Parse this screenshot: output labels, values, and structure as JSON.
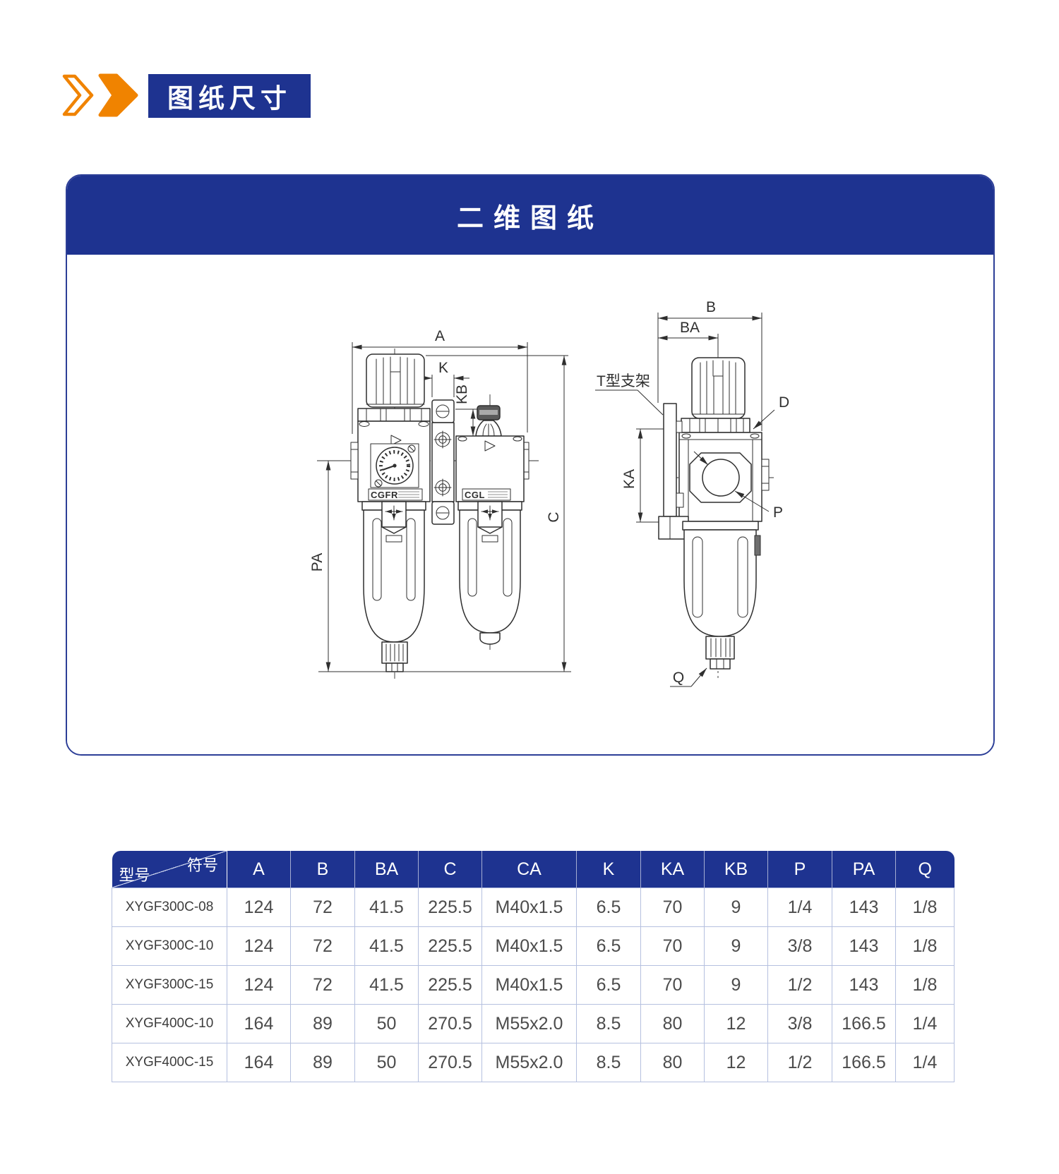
{
  "section_header": {
    "label": "图纸尺寸",
    "badge_color": "#1e3390",
    "arrow_color": "#f08300"
  },
  "panel": {
    "title": "二维图纸",
    "header_color": "#1e3390"
  },
  "drawing": {
    "front": {
      "A": "A",
      "K": "K",
      "KB": "KB",
      "C": "C",
      "PA": "PA",
      "unit1_label": "CGFR",
      "unit2_label": "CGL"
    },
    "side": {
      "B": "B",
      "BA": "BA",
      "KA": "KA",
      "D": "D",
      "P": "P",
      "Q": "Q",
      "bracket_label": "T型支架"
    }
  },
  "table": {
    "corner": {
      "top_right": "符号",
      "bottom_left": "型号"
    },
    "columns": [
      "A",
      "B",
      "BA",
      "C",
      "CA",
      "K",
      "KA",
      "KB",
      "P",
      "PA",
      "Q"
    ],
    "rows": [
      {
        "model": "XYGF300C-08",
        "values": [
          "124",
          "72",
          "41.5",
          "225.5",
          "M40x1.5",
          "6.5",
          "70",
          "9",
          "1/4",
          "143",
          "1/8"
        ]
      },
      {
        "model": "XYGF300C-10",
        "values": [
          "124",
          "72",
          "41.5",
          "225.5",
          "M40x1.5",
          "6.5",
          "70",
          "9",
          "3/8",
          "143",
          "1/8"
        ]
      },
      {
        "model": "XYGF300C-15",
        "values": [
          "124",
          "72",
          "41.5",
          "225.5",
          "M40x1.5",
          "6.5",
          "70",
          "9",
          "1/2",
          "143",
          "1/8"
        ]
      },
      {
        "model": "XYGF400C-10",
        "values": [
          "164",
          "89",
          "50",
          "270.5",
          "M55x2.0",
          "8.5",
          "80",
          "12",
          "3/8",
          "166.5",
          "1/4"
        ]
      },
      {
        "model": "XYGF400C-15",
        "values": [
          "164",
          "89",
          "50",
          "270.5",
          "M55x2.0",
          "8.5",
          "80",
          "12",
          "1/2",
          "166.5",
          "1/4"
        ]
      }
    ]
  }
}
